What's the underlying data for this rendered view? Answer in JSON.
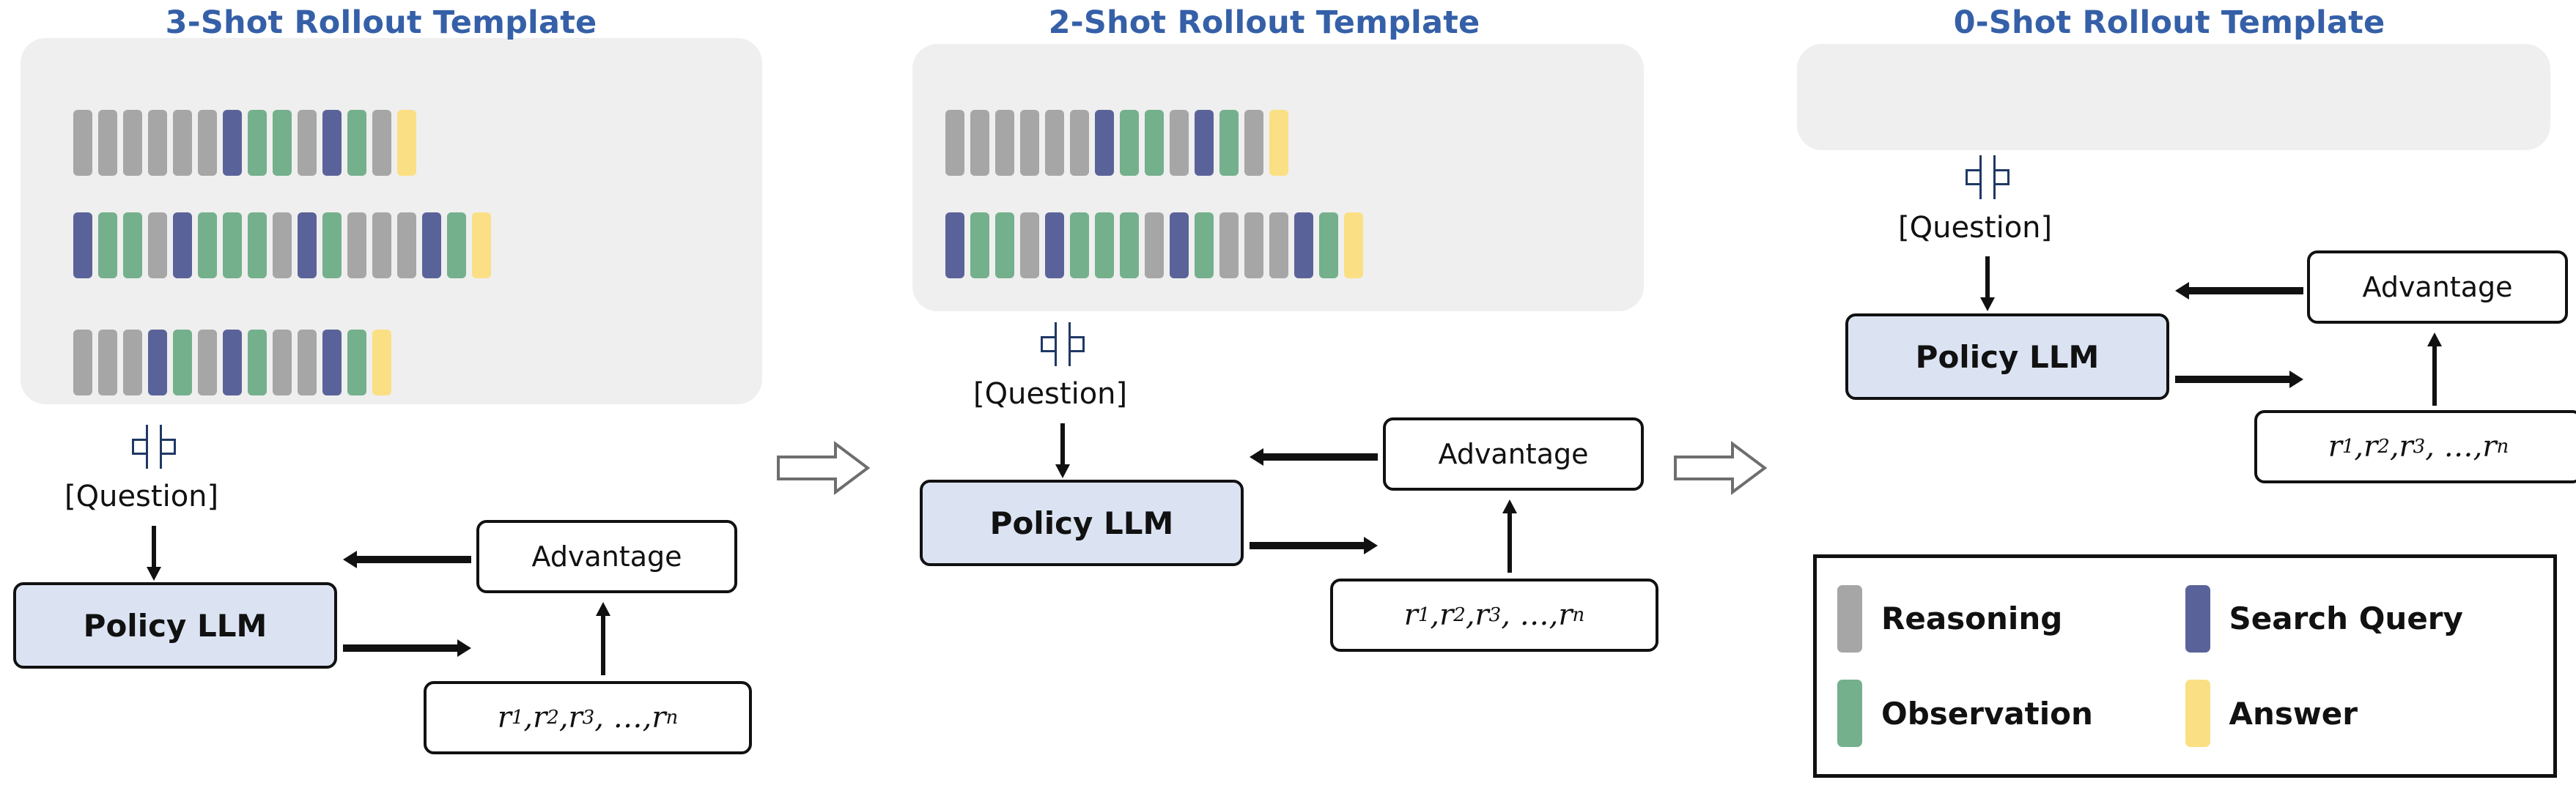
{
  "legend_colors": {
    "reasoning": "#a6a6a6",
    "search": "#5a6399",
    "observation": "#74b08c",
    "answer": "#fbdf84",
    "policy_fill": "#dbe3f3",
    "title_blue": "#3560a8",
    "rollout_bg": "#efefef"
  },
  "panels": [
    {
      "id": "3-shot",
      "title": "3-Shot Rollout Template",
      "plus": "+",
      "question": "[Question]",
      "policy": "Policy LLM",
      "advantage": "Advantage",
      "rewards": "r1, r2, r3, ..., rn",
      "rollout_rows": [
        [
          "reasoning",
          "reasoning",
          "reasoning",
          "reasoning",
          "reasoning",
          "reasoning",
          "search",
          "observation",
          "observation",
          "reasoning",
          "search",
          "observation",
          "reasoning",
          "answer"
        ],
        [
          "search",
          "observation",
          "observation",
          "reasoning",
          "search",
          "observation",
          "observation",
          "observation",
          "reasoning",
          "search",
          "observation",
          "reasoning",
          "reasoning",
          "reasoning",
          "search",
          "observation",
          "answer"
        ],
        [
          "reasoning",
          "reasoning",
          "reasoning",
          "search",
          "observation",
          "reasoning",
          "search",
          "observation",
          "reasoning",
          "reasoning",
          "search",
          "observation",
          "answer"
        ]
      ]
    },
    {
      "id": "2-shot",
      "title": "2-Shot Rollout Template",
      "plus": "+",
      "question": "[Question]",
      "policy": "Policy LLM",
      "advantage": "Advantage",
      "rewards": "r1, r2, r3, ..., rn",
      "rollout_rows": [
        [
          "reasoning",
          "reasoning",
          "reasoning",
          "reasoning",
          "reasoning",
          "reasoning",
          "search",
          "observation",
          "observation",
          "reasoning",
          "search",
          "observation",
          "reasoning",
          "answer"
        ],
        [
          "search",
          "observation",
          "observation",
          "reasoning",
          "search",
          "observation",
          "observation",
          "observation",
          "reasoning",
          "search",
          "observation",
          "reasoning",
          "reasoning",
          "reasoning",
          "search",
          "observation",
          "answer"
        ]
      ]
    },
    {
      "id": "0-shot",
      "title": "0-Shot Rollout Template",
      "plus": "+",
      "question": "[Question]",
      "policy": "Policy LLM",
      "advantage": "Advantage",
      "rewards": "r1, r2, r3, ..., rn",
      "rollout_rows": []
    }
  ],
  "transitions": [
    {
      "name": "transition-arrow-1"
    },
    {
      "name": "transition-arrow-2"
    }
  ],
  "legend": {
    "items": [
      {
        "label": "Reasoning",
        "color_key": "reasoning"
      },
      {
        "label": "Search Query",
        "color_key": "search"
      },
      {
        "label": "Observation",
        "color_key": "observation"
      },
      {
        "label": "Answer",
        "color_key": "answer"
      }
    ]
  }
}
